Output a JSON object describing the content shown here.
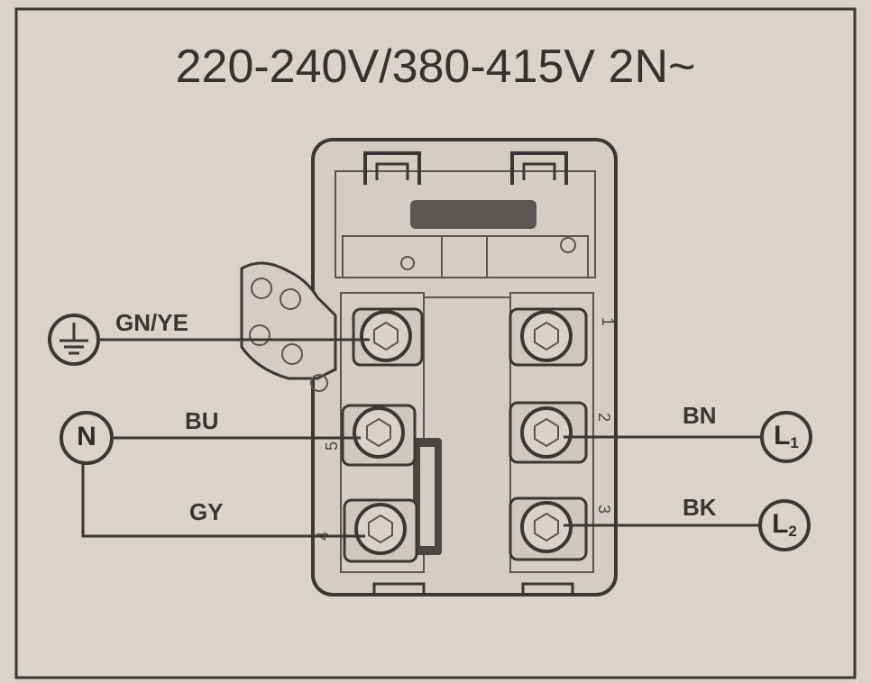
{
  "title": "220-240V/380-415V 2N~",
  "wires": {
    "earth": {
      "label": "GN/YE"
    },
    "neutral": {
      "label": "BU"
    },
    "grey": {
      "label": "GY"
    },
    "l1": {
      "label": "BN"
    },
    "l2": {
      "label": "BK"
    }
  },
  "terminals": {
    "neutral": {
      "symbol": "N"
    },
    "l1": {
      "letter": "L",
      "index": "1"
    },
    "l2": {
      "letter": "L",
      "index": "2"
    }
  },
  "block_marks": {
    "right_1": "1",
    "right_2": "2",
    "right_3": "3",
    "left_4": "4",
    "left_5": "5"
  },
  "colors": {
    "background": "#d9d3cc",
    "line": "#3b3734",
    "block_fill": "#d4cdc6",
    "bridge": "#4a4644"
  }
}
